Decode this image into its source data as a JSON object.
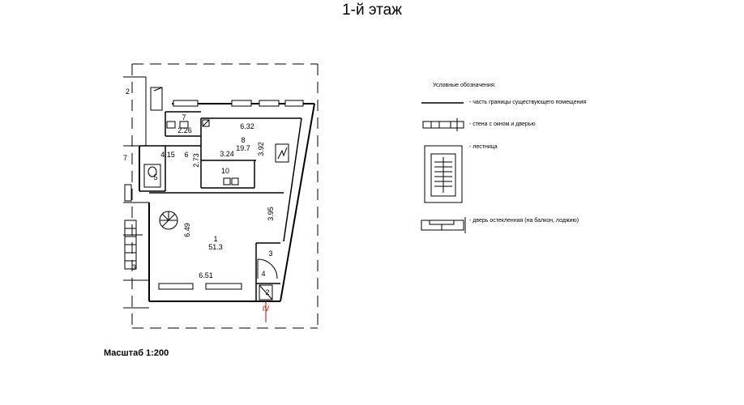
{
  "title": "1-й этаж",
  "scale_label": "Масштаб 1:200",
  "legend": {
    "title": "Условные обозначения:",
    "items": [
      {
        "text": "- часть границы существующего помещения"
      },
      {
        "text": "- стена с окном и дверью"
      },
      {
        "text": "- лестница"
      },
      {
        "text": "- дверь остекленная (на балкон, лоджию)"
      }
    ]
  },
  "rooms": [
    {
      "number": "1",
      "area": "51.3"
    },
    {
      "number": "2"
    },
    {
      "number": "3"
    },
    {
      "number": "4"
    },
    {
      "number": "5"
    },
    {
      "number": "6"
    },
    {
      "number": "7"
    },
    {
      "number": "8",
      "area": "19.7"
    },
    {
      "number": "10"
    }
  ],
  "dimensions": [
    "6.32",
    "3.92",
    "3.24",
    "2.73",
    "4.15",
    "2.26",
    "3.95",
    "6.49",
    "6.51"
  ],
  "edge_labels": [
    "2",
    "7",
    "3"
  ],
  "axis_label": "IV",
  "colors": {
    "wall": "#000000",
    "axis": "#cc0000",
    "background": "#ffffff"
  }
}
